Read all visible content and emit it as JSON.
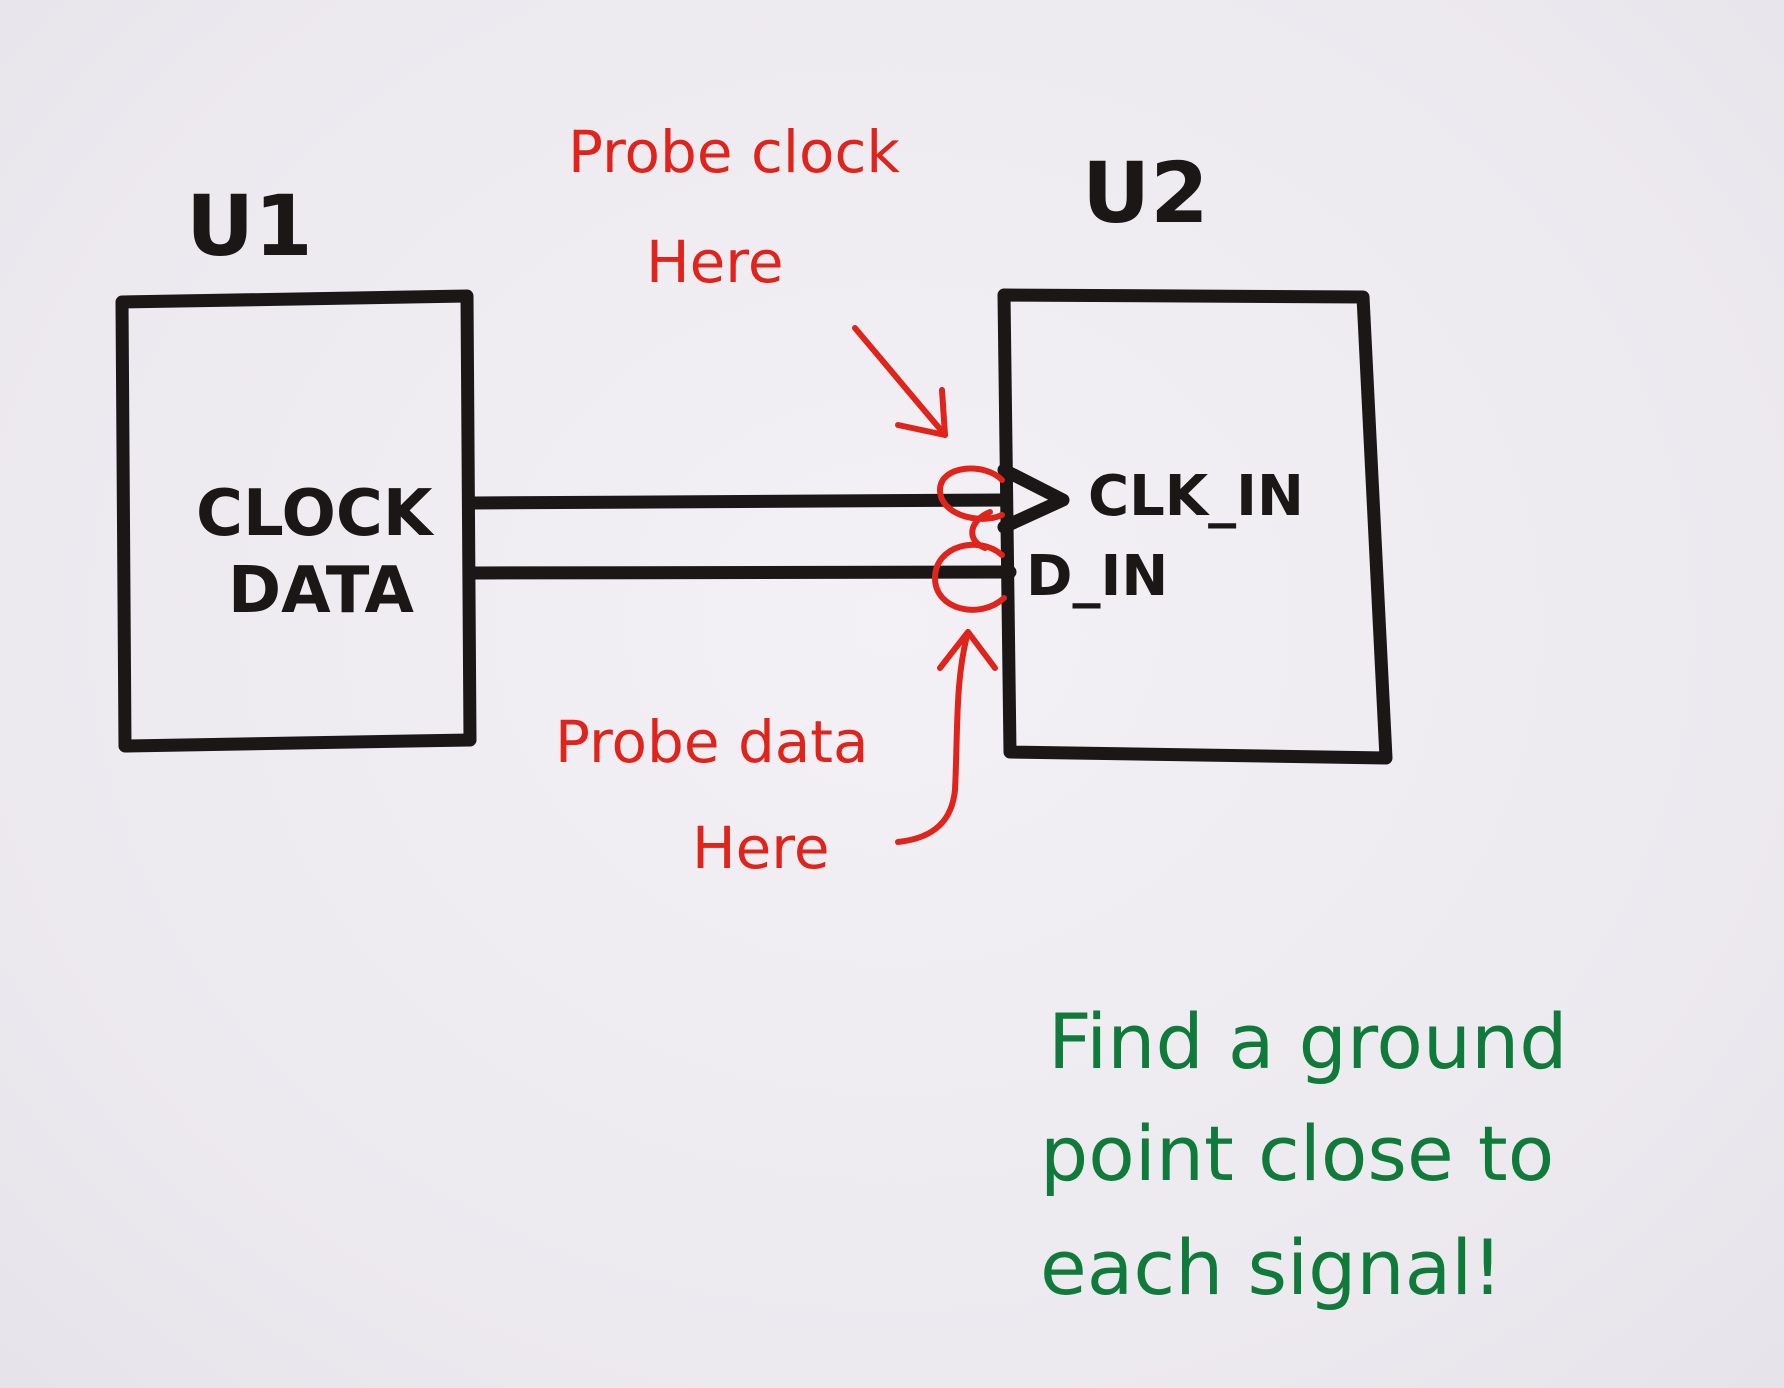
{
  "diagram": {
    "u1": {
      "label": "U1",
      "pins": [
        "CLOCK",
        "DATA"
      ]
    },
    "u2": {
      "label": "U2",
      "pins": [
        "CLK_IN",
        "D_IN"
      ]
    },
    "annotations": {
      "probe_clock": [
        "Probe clock",
        "Here"
      ],
      "probe_data": [
        "Probe data",
        "Here"
      ],
      "ground_note": [
        "Find a ground",
        "point close to",
        "each signal!"
      ]
    },
    "colors": {
      "ink": "#1b1716",
      "probe": "#e0231b",
      "note": "#0f7a3a",
      "paper": "#efecf1"
    }
  }
}
